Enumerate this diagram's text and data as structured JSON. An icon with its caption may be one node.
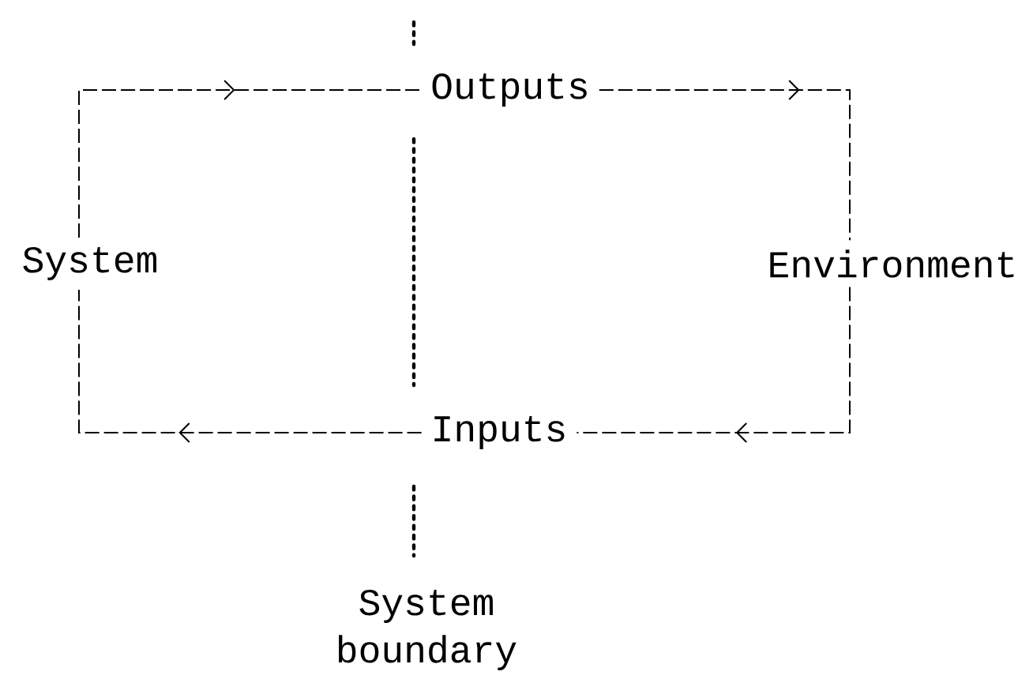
{
  "diagram": {
    "nodes": [
      {
        "text": [
          "System"
        ]
      },
      {
        "text": [
          "Outputs"
        ]
      },
      {
        "text": [
          "Environment"
        ]
      },
      {
        "text": [
          "Inputs"
        ]
      }
    ],
    "edges": [
      {
        "from": 0,
        "to": 1,
        "arrow": "to"
      },
      {
        "from": 1,
        "to": 2,
        "arrow": "to"
      },
      {
        "from": 2,
        "to": 3,
        "arrow": "to"
      },
      {
        "from": 3,
        "to": 0,
        "arrow": "to"
      }
    ],
    "labels": [
      "System boundary"
    ]
  }
}
